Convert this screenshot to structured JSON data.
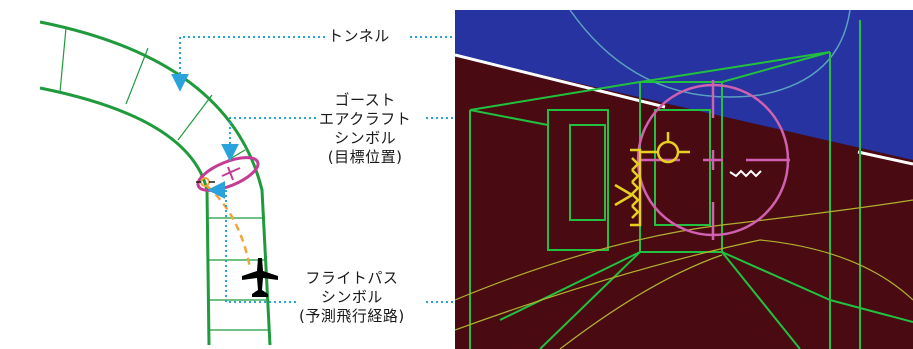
{
  "labels": {
    "tunnel": "トンネル",
    "ghost_aircraft": [
      "ゴースト",
      "エアクラフト",
      "シンボル",
      "(目標位置)"
    ],
    "flight_path": [
      "フライトパス",
      "シンボル",
      "(予測飛行経路)"
    ]
  },
  "colors": {
    "tunnel_map": "#1f9a3c",
    "leader_line": "#2aa3dc",
    "ghost_symbol": "#c43c93",
    "predicted_path": "#f0a53a",
    "aircraft": "#000000",
    "sky": "#2633a0",
    "ground": "#4a0a12",
    "hud_tunnel": "#22c040",
    "hud_ghost": "#d060b0",
    "hud_fpm": "#e6d020",
    "horizon": "#ffffff"
  },
  "icons": [
    "airplane-icon",
    "ghost-aircraft-symbol",
    "flight-path-symbol"
  ]
}
